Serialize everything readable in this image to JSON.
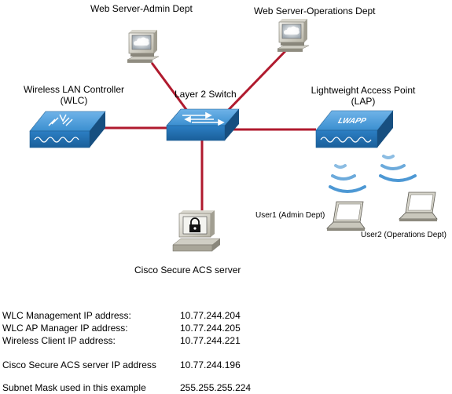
{
  "labels": {
    "web_admin": "Web Server-Admin Dept",
    "web_ops": "Web Server-Operations Dept",
    "wlc_line1": "Wireless LAN Controller",
    "wlc_line2": "(WLC)",
    "switch": "Layer 2 Switch",
    "lap_line1": "Lightweight Access Point",
    "lap_line2": "(LAP)",
    "lwapp_badge": "LWAPP",
    "user1": "User1 (Admin Dept)",
    "user2": "User2 (Operations Dept)",
    "acs": "Cisco Secure ACS server"
  },
  "colors": {
    "link": "#b01a2e",
    "device_blue": "#2c7fc4",
    "device_dark": "#1a5f9a"
  },
  "ip_table": [
    {
      "label": "WLC Management IP address:",
      "value": "10.77.244.204"
    },
    {
      "label": "WLC AP Manager IP address:",
      "value": "10.77.244.205"
    },
    {
      "label": "Wireless Client IP address:",
      "value": "10.77.244.221"
    },
    {
      "label": "Cisco Secure ACS server IP address",
      "value": "10.77.244.196"
    },
    {
      "label": "Subnet Mask used in this example",
      "value": "255.255.255.224"
    }
  ]
}
